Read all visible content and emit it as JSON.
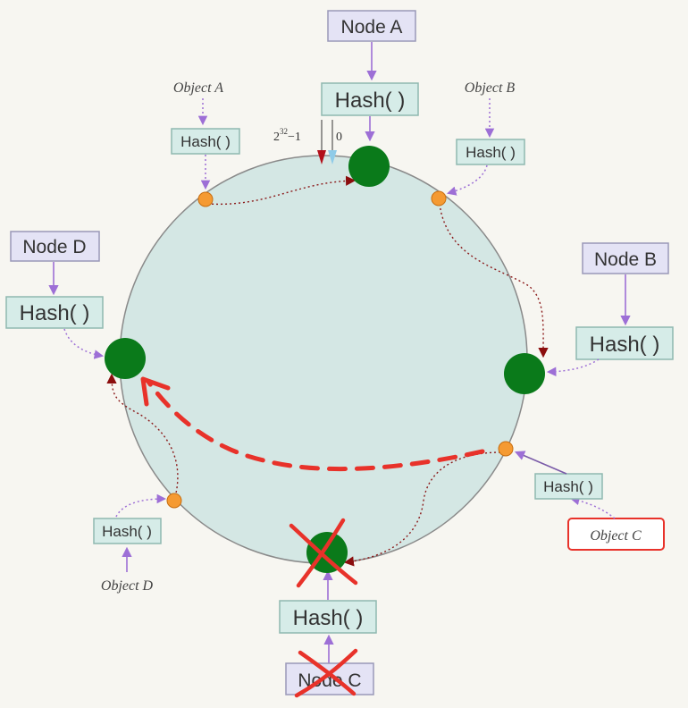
{
  "nodes": {
    "a": {
      "label": "Node A",
      "hash": "Hash( )"
    },
    "b": {
      "label": "Node B",
      "hash": "Hash( )"
    },
    "c": {
      "label": "Node C",
      "hash": "Hash( )"
    },
    "d": {
      "label": "Node D",
      "hash": "Hash( )"
    }
  },
  "objects": {
    "a": {
      "label": "Object A",
      "hash": "Hash( )"
    },
    "b": {
      "label": "Object B",
      "hash": "Hash( )"
    },
    "c": {
      "label": "Object C",
      "hash": "Hash( )"
    },
    "d": {
      "label": "Object D",
      "hash": "Hash( )"
    }
  },
  "ring": {
    "max_label_base": "2",
    "max_label_exp": "32",
    "max_label_suffix": "−1",
    "zero_label": "0"
  },
  "colors": {
    "ring_fill": "#d4e7e4",
    "node_green": "#0a7a1a",
    "object_orange": "#f59a32",
    "arrow_purple": "#9d6fd6",
    "path_brown": "#8b1a1a",
    "failure_red": "#e8322a"
  }
}
